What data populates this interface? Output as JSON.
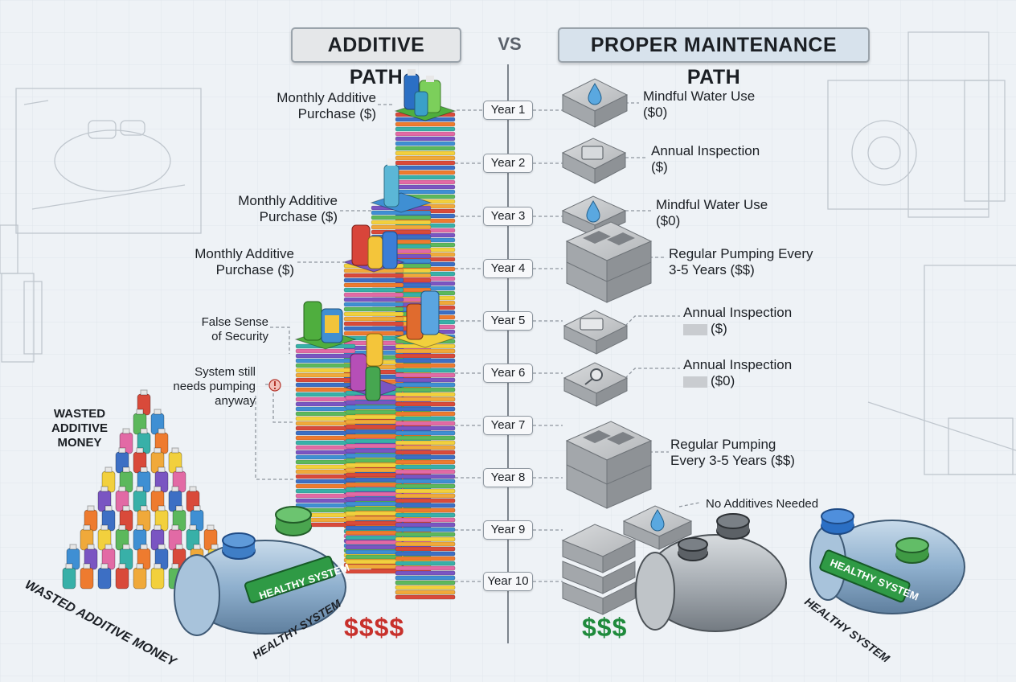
{
  "headers": {
    "left": "ADDITIVE PATH",
    "vs": "VS",
    "right": "PROPER MAINTENANCE PATH"
  },
  "years": [
    "Year 1",
    "Year 2",
    "Year 3",
    "Year 4",
    "Year 5",
    "Year 6",
    "Year 7",
    "Year 8",
    "Year 9",
    "Year 10"
  ],
  "left_labels": {
    "monthly_1": [
      "Monthly Additive",
      "Purchase ($)"
    ],
    "monthly_2": [
      "Monthly Additive",
      "Purchase ($)"
    ],
    "monthly_3": [
      "Monthly Additive",
      "Purchase ($)"
    ],
    "false_sense": [
      "False Sense",
      "of Security"
    ],
    "still_pumping": [
      "System still",
      "needs pumping",
      "anyway"
    ],
    "wasted_top": [
      "WASTED",
      "ADDITIVE",
      "MONEY"
    ],
    "wasted_bottom": "WASTED ADDITIVE MONEY",
    "healthy_left": "HEALTHY SYSTEM",
    "tank_badge_left": "HEALTHY SYSTEM",
    "cost": "$$$$"
  },
  "right_labels": {
    "y1": [
      "Mindful Water Use",
      "($0)"
    ],
    "y2": [
      "Annual Inspection",
      "($)"
    ],
    "y3": [
      "Mindful Water Use",
      "($0)"
    ],
    "y4": [
      "Regular Pumping Every",
      "3-5 Years ($$)"
    ],
    "y5": [
      "Annual Inspection",
      "($)"
    ],
    "y6": [
      "Annual Inspection",
      "($0)"
    ],
    "y7": [
      "Regular Pumping",
      "Every 3-5 Years ($$)"
    ],
    "no_additives": "No Additives Needed",
    "healthy_right": "HEALTHY SYSTEM",
    "tank_badge_right": "HEALTHY SYSTEM",
    "cost": "$$$"
  },
  "colors": {
    "accent_red": "#c8312c",
    "accent_green": "#1f8a3c",
    "badge_green": "#2f9a45",
    "tank_blue": "#8eb0cf",
    "tank_gray": "#a9afb5",
    "concrete": "#b9bcbf"
  },
  "icons": [
    "water-drop-icon",
    "clipboard-icon",
    "magnifier-icon",
    "document-icon",
    "alert-icon"
  ]
}
